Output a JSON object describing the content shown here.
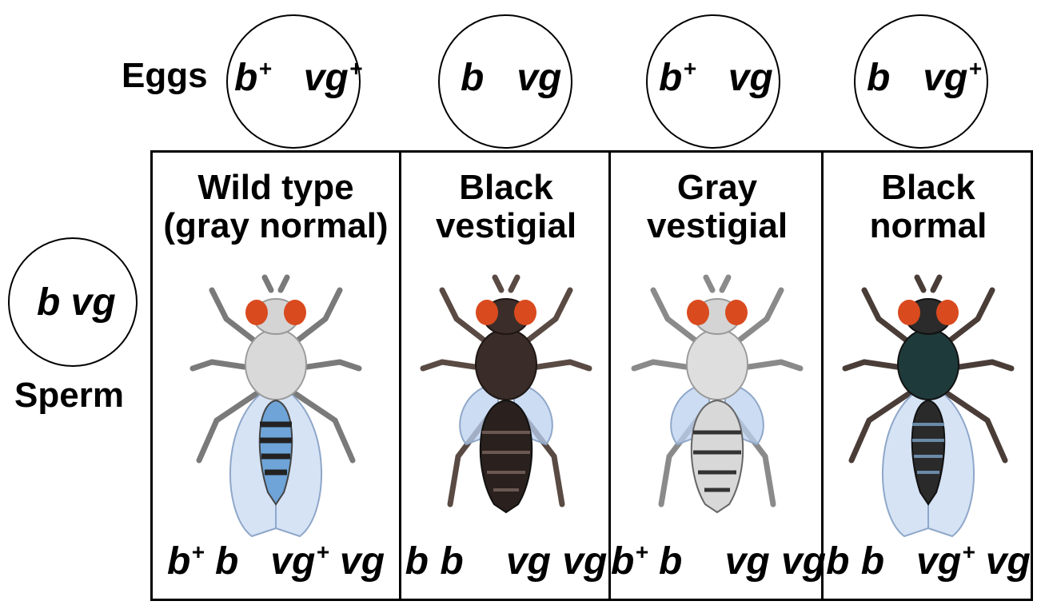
{
  "eggs_label": "Eggs",
  "sperm_label": "Sperm",
  "sperm": {
    "b": "b",
    "vg": "vg"
  },
  "eggs": [
    {
      "b": "b",
      "b_sup": "+",
      "vg": "vg",
      "vg_sup": "+"
    },
    {
      "b": "b",
      "b_sup": "",
      "vg": "vg",
      "vg_sup": ""
    },
    {
      "b": "b",
      "b_sup": "+",
      "vg": "vg",
      "vg_sup": ""
    },
    {
      "b": "b",
      "b_sup": "",
      "vg": "vg",
      "vg_sup": "+"
    }
  ],
  "columns": [
    {
      "phenotype_line1": "Wild type",
      "phenotype_line2": "(gray normal)",
      "genotype": {
        "b1": "b",
        "b1_sup": "+",
        "b2": "b",
        "vg1": "vg",
        "vg1_sup": "+",
        "vg2": "vg"
      },
      "body_color": "#d8d8d8",
      "wings": "normal"
    },
    {
      "phenotype_line1": "Black",
      "phenotype_line2": "vestigial",
      "genotype": {
        "b1": "b",
        "b1_sup": "",
        "b2": "b",
        "vg1": "vg",
        "vg1_sup": "",
        "vg2": "vg"
      },
      "body_color": "#2a211e",
      "wings": "vestigial"
    },
    {
      "phenotype_line1": "Gray",
      "phenotype_line2": "vestigial",
      "genotype": {
        "b1": "b",
        "b1_sup": "+",
        "b2": "b",
        "vg1": "vg",
        "vg1_sup": "",
        "vg2": "vg"
      },
      "body_color": "#d8d8d8",
      "wings": "vestigial"
    },
    {
      "phenotype_line1": "Black",
      "phenotype_line2": "normal",
      "genotype": {
        "b1": "b",
        "b1_sup": "",
        "b2": "b",
        "vg1": "vg",
        "vg1_sup": "+",
        "vg2": "vg"
      },
      "body_color": "#2a2a2a",
      "wings": "normal"
    }
  ]
}
